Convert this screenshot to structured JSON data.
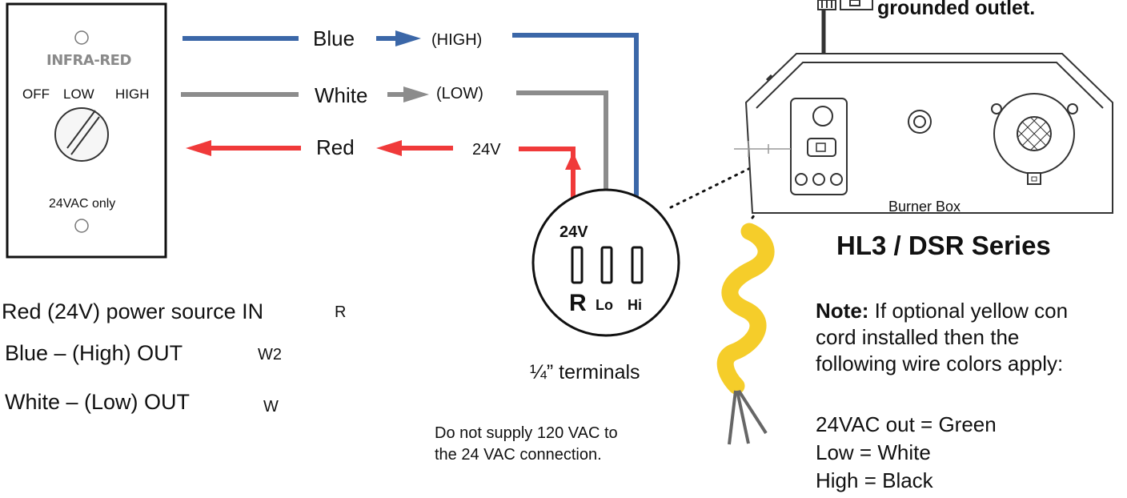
{
  "switch_plate": {
    "title": "INFRA-RED",
    "positions": [
      "OFF",
      "LOW",
      "HIGH"
    ],
    "voltage_note": "24VAC only"
  },
  "wires": {
    "blue": {
      "name": "Blue",
      "signal": "(HIGH)",
      "color": "#3b67a8"
    },
    "white": {
      "name": "White",
      "signal": "(LOW)",
      "color": "#8c8c8c"
    },
    "red": {
      "name": "Red",
      "signal": "24V",
      "color": "#f03a3a"
    }
  },
  "connector": {
    "top_label": "24V",
    "terminal_labels": [
      "R",
      "Lo",
      "Hi"
    ],
    "caption": "¼” terminals"
  },
  "legend": [
    {
      "text": "Red (24V) power source IN",
      "code": "R"
    },
    {
      "text": "Blue – (High) OUT",
      "code": "W2"
    },
    {
      "text": "White – (Low) OUT",
      "code": "W"
    }
  ],
  "warning": [
    "Do not supply 120 VAC to",
    "the 24 VAC connection."
  ],
  "heater": {
    "outlet_note": "grounded outlet.",
    "box_label": "Burner Box",
    "series": "HL3 / DSR Series"
  },
  "note": {
    "heading": "Note:",
    "lines": [
      "If optional yellow con",
      "cord installed then the",
      "following wire colors apply:"
    ],
    "colors": [
      "24VAC out = Green",
      "Low = White",
      "High = Black"
    ],
    "cord_color": "#f5cd2a"
  }
}
